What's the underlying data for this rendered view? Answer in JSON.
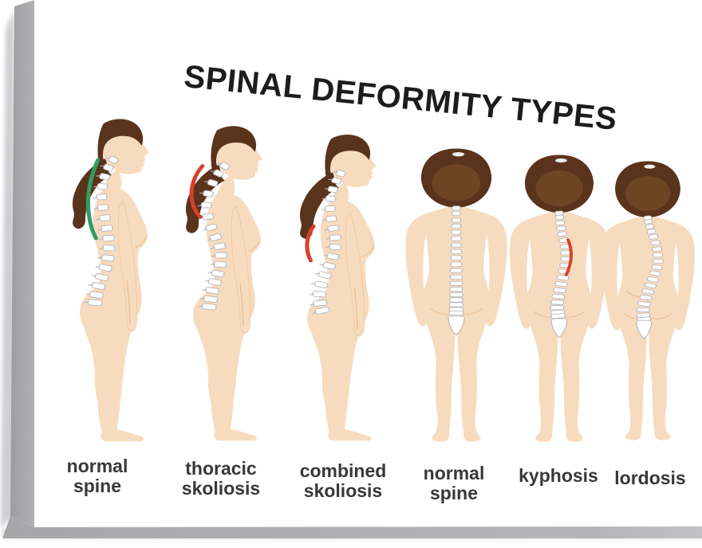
{
  "poster": {
    "title": "SPINAL DEFORMITY TYPES",
    "figures": [
      {
        "name": "normal-spine-side",
        "view": "side",
        "spine": "normal",
        "indicator": "green-back",
        "label_lines": [
          "normal",
          "spine"
        ]
      },
      {
        "name": "thoracic-skoliosis",
        "view": "side",
        "spine": "thoracic",
        "indicator": "red-thoracic",
        "label_lines": [
          "thoracic",
          "skoliosis"
        ]
      },
      {
        "name": "combined-skoliosis",
        "view": "side",
        "spine": "combined",
        "indicator": "red-lumbar",
        "label_lines": [
          "combined",
          "skoliosis"
        ]
      },
      {
        "name": "normal-spine-back",
        "view": "back",
        "spine": "straight",
        "indicator": "none",
        "label_lines": [
          "normal",
          "spine"
        ]
      },
      {
        "name": "kyphosis",
        "view": "back",
        "spine": "kyphosis",
        "indicator": "red-mid-back",
        "label_lines": [
          "kyphosis"
        ]
      },
      {
        "name": "lordosis",
        "view": "back",
        "spine": "lordosis",
        "indicator": "none",
        "label_lines": [
          "lordosis"
        ]
      }
    ],
    "colors": {
      "skin": "#f7dbbe",
      "skin_shade": "#eac29a",
      "hair": "#59331b",
      "hair_inner": "#6e4523",
      "hair_tie": "#ffffff",
      "spine_fill": "#ffffff",
      "spine_outline": "#b4b4bc",
      "normal_line": "#2f9e63",
      "deformity_line": "#d6402e",
      "text": "#383838",
      "title_color": "#1d1d1d",
      "canvas_edge": "#a5a5a8",
      "canvas_bottom_band": "#b1b1b4",
      "canvas_shadow": "#c9c9cc",
      "canvas_face": "#ffffff"
    }
  }
}
